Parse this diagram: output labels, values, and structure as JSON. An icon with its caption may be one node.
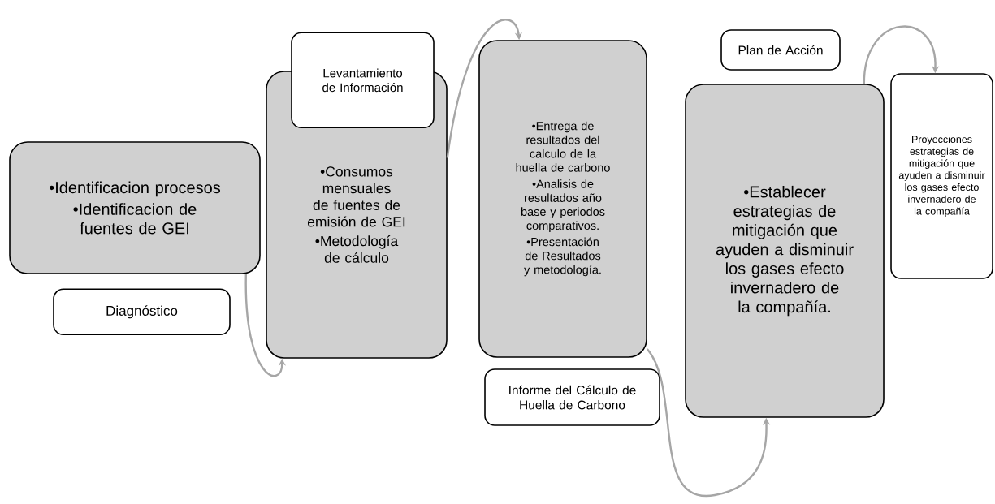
{
  "diagram": {
    "nodes": [
      {
        "text": [
          "•Identificacion procesos",
          "•Identificacion de fuentes de GEI"
        ]
      },
      {
        "text": [
          "Diagnóstico"
        ]
      },
      {
        "text": [
          "•Consumos mensuales de fuentes de emisión de GEI",
          "•Metodología de cálculo"
        ]
      },
      {
        "text": [
          "Levantamiento de Información"
        ]
      },
      {
        "text": [
          "•Entrega de resultados del calculo de la huella de carbono",
          "•Analisis de resultados año base y periodos comparativos.",
          "•Presentación de Resultados y metodología."
        ]
      },
      {
        "text": [
          "Informe del Cálculo de Huella de Carbono"
        ]
      },
      {
        "text": [
          "Plan de Acción"
        ]
      },
      {
        "text": [
          "•Establecer estrategias de mitigación que ayuden a disminuir los gases efecto invernadero de la compañía."
        ]
      },
      {
        "text": [
          "Proyecciones estrategias de mitigación que ayuden a disminuir los gases efecto invernadero de la compañía"
        ]
      }
    ],
    "edges": [
      {
        "from": 0,
        "to": 2,
        "arrow": "to"
      },
      {
        "from": 2,
        "to": 4,
        "arrow": "to"
      },
      {
        "from": 4,
        "to": 7,
        "arrow": "to"
      },
      {
        "from": 7,
        "to": 8,
        "arrow": "to"
      }
    ]
  }
}
